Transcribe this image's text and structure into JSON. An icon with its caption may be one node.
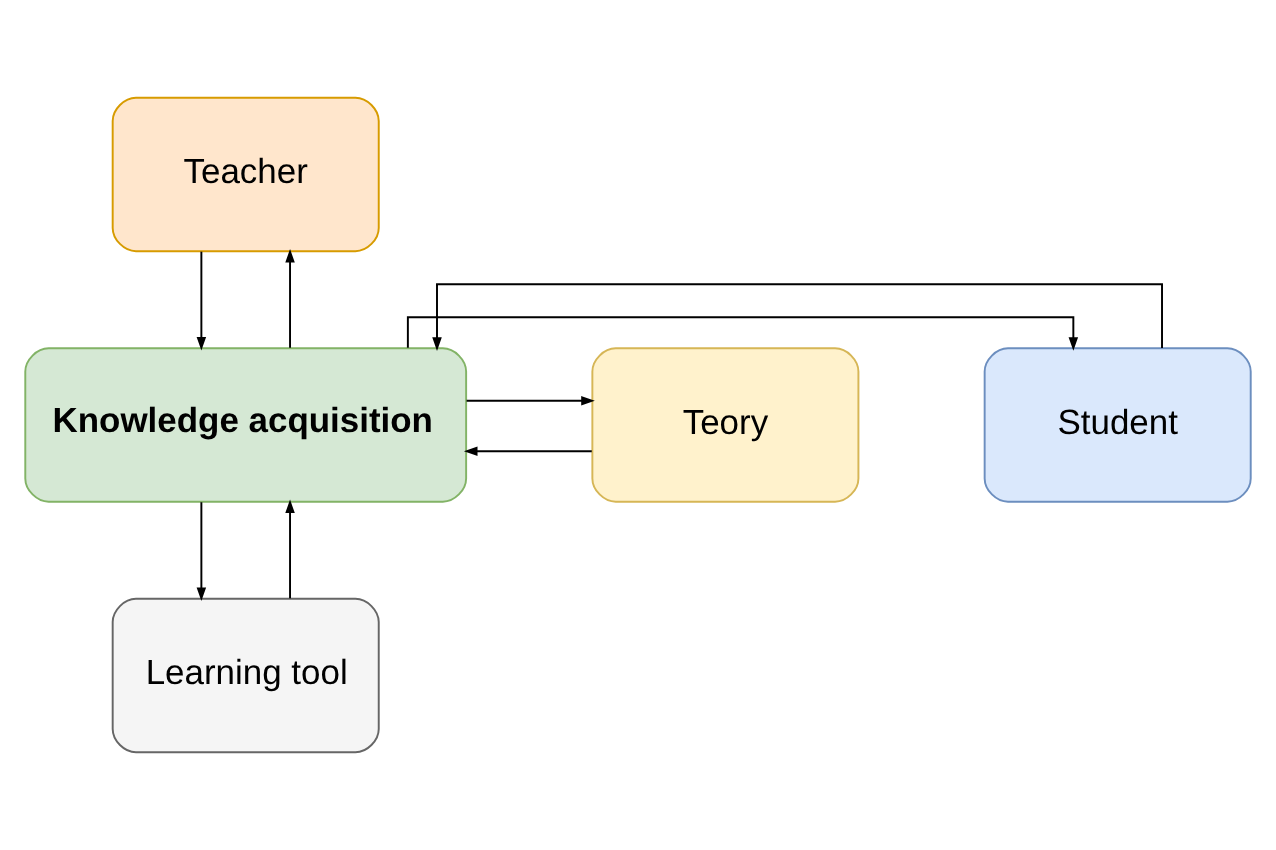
{
  "diagram": {
    "nodes": [
      {
        "text": [
          "Teacher"
        ]
      },
      {
        "text": [
          "Student"
        ]
      },
      {
        "text": [
          "Knowledge acquisition"
        ]
      },
      {
        "text": [
          "Teory"
        ]
      },
      {
        "text": [
          "Learning tool"
        ]
      }
    ],
    "edges": [
      {
        "from": 0,
        "to": 2,
        "arrow": "to"
      },
      {
        "from": 2,
        "to": 0,
        "arrow": "to"
      },
      {
        "from": 1,
        "to": 2,
        "arrow": "to"
      },
      {
        "from": 2,
        "to": 1,
        "arrow": "to"
      },
      {
        "from": 3,
        "to": 2,
        "arrow": "to"
      },
      {
        "from": 2,
        "to": 3,
        "arrow": "to"
      },
      {
        "from": 4,
        "to": 2,
        "arrow": "to"
      },
      {
        "from": 2,
        "to": 4,
        "arrow": "to"
      }
    ]
  }
}
